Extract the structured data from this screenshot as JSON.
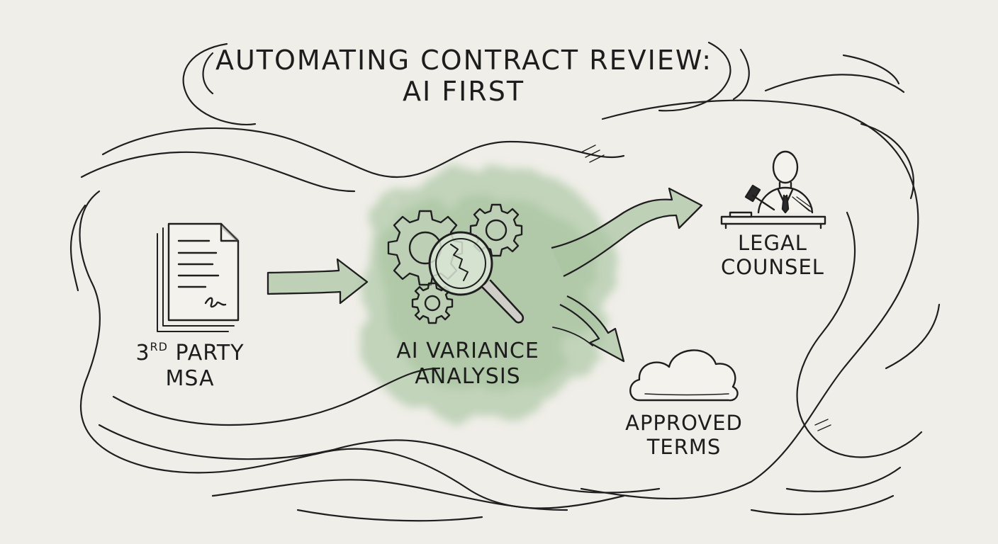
{
  "title": {
    "line1": "AUTOMATING CONTRACT REVIEW:",
    "line2": "AI FIRST"
  },
  "nodes": {
    "document": {
      "sup": "RD",
      "line1_prefix": "3",
      "line1_rest": " PARTY",
      "line2": "MSA",
      "icon": "contract-document-icon"
    },
    "ai_analysis": {
      "line1": "AI VARIANCE",
      "line2": "ANALYSIS",
      "icon": "gears-magnifier-icon"
    },
    "legal_counsel": {
      "line1": "LEGAL",
      "line2": "COUNSEL",
      "icon": "judge-gavel-icon"
    },
    "approved_terms": {
      "line1": "APPROVED",
      "line2": "TERMS",
      "icon": "cloud-icon"
    }
  },
  "colors": {
    "background": "#efeee8",
    "ink": "#1f1f1f",
    "accent_green": "#8fb48a"
  }
}
